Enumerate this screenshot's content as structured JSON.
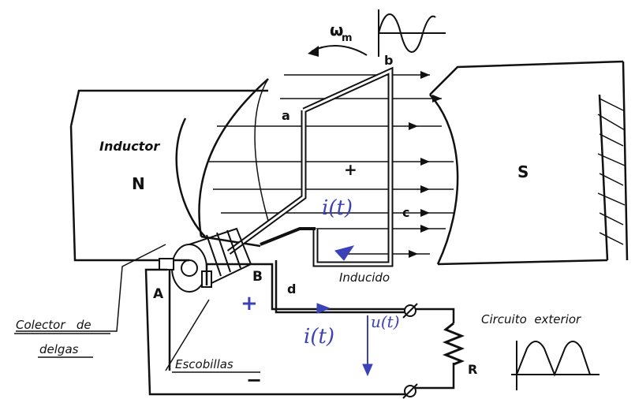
{
  "labels": {
    "omega": "ω",
    "omega_sub": "m",
    "pole_north": "N",
    "pole_south": "S",
    "inductor": "Inductor",
    "point_a": "a",
    "point_b": "b",
    "point_c": "c",
    "point_d": "d",
    "terminal_A": "A",
    "terminal_B": "B",
    "resistor": "R",
    "inducido": "Inducido",
    "collector_line1": "Colector   de",
    "collector_line2": "delgas",
    "brushes": "Escobillas",
    "exterior_circuit": "Circuito  exterior",
    "plus_coil": "+",
    "plus_terminal": "+",
    "minus_terminal": "−"
  },
  "handwritten": {
    "current_coil": "i(t)",
    "current_circuit": "i(t)",
    "voltage": "u(t)"
  },
  "colors": {
    "ink": "#111111",
    "pen": "#3b42b8",
    "paper": "#ffffff"
  }
}
